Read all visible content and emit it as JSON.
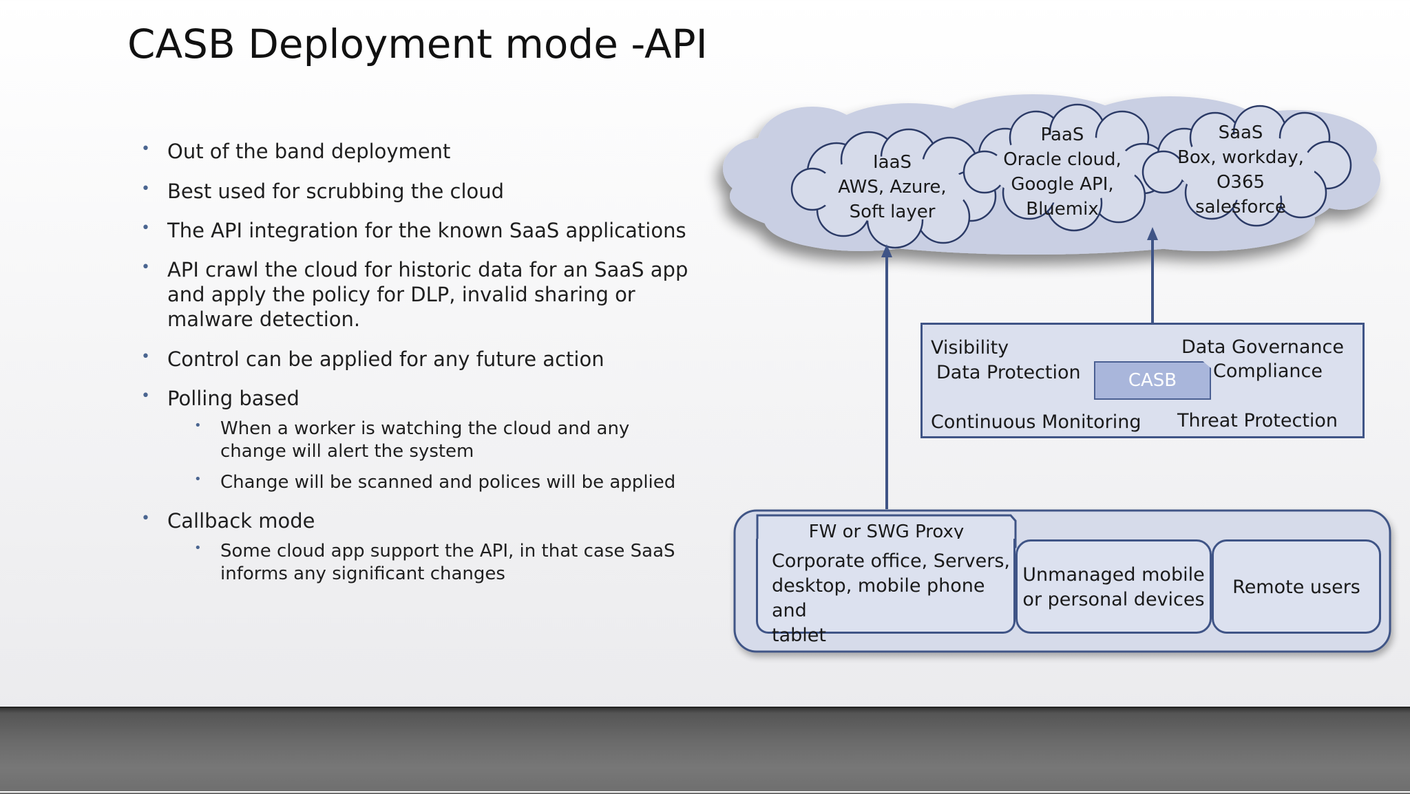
{
  "slide": {
    "title": "CASB Deployment mode -API"
  },
  "bullets": [
    {
      "level": 1,
      "text": "Out of the band deployment"
    },
    {
      "level": 1,
      "text": "Best used for scrubbing the cloud"
    },
    {
      "level": 1,
      "text": "The API integration for the known SaaS applications"
    },
    {
      "level": 1,
      "text": "API crawl the cloud for historic data for an SaaS app"
    },
    {
      "level": 1,
      "text": "and apply the policy for DLP, invalid sharing or"
    },
    {
      "level": 1,
      "text": "malware detection."
    },
    {
      "level": 1,
      "text": "Control can be applied for any future action"
    },
    {
      "level": 1,
      "text": "Polling based"
    },
    {
      "level": 2,
      "text": "When a worker is watching the cloud and any"
    },
    {
      "level": 2,
      "text": "change will alert the system"
    },
    {
      "level": 2,
      "text": "Change will be scanned and polices will be applied"
    },
    {
      "level": 1,
      "text": "Callback mode"
    },
    {
      "level": 2,
      "text": "Some cloud app support the API, in that case SaaS"
    },
    {
      "level": 2,
      "text": "informs any significant changes"
    }
  ],
  "cloud": {
    "iaas": [
      "IaaS",
      "AWS, Azure,",
      "Soft layer"
    ],
    "paas": [
      "PaaS",
      "Oracle cloud,",
      "Google API,",
      "Bluemix"
    ],
    "saas": [
      "SaaS",
      "Box, workday,",
      "O365",
      "salesforce"
    ]
  },
  "casb_box": {
    "visibility": "Visibility",
    "data_protection": "Data Protection",
    "data_governance": "Data Governance",
    "compliance": "Compliance",
    "continuous_monitoring": "Continuous Monitoring",
    "threat_protection": "Threat Protection",
    "label": "CASB"
  },
  "endpoints": {
    "proxy": "FW or SWG Proxy",
    "corporate": [
      "Corporate office, Servers,",
      "desktop, mobile phone and",
      "tablet"
    ],
    "unmanaged": [
      "Unmanaged mobile",
      "or personal devices"
    ],
    "remote": "Remote users"
  },
  "colors": {
    "accent": "#3f5486",
    "box_fill": "#dce1ef",
    "casb_fill": "#a9b6db"
  }
}
